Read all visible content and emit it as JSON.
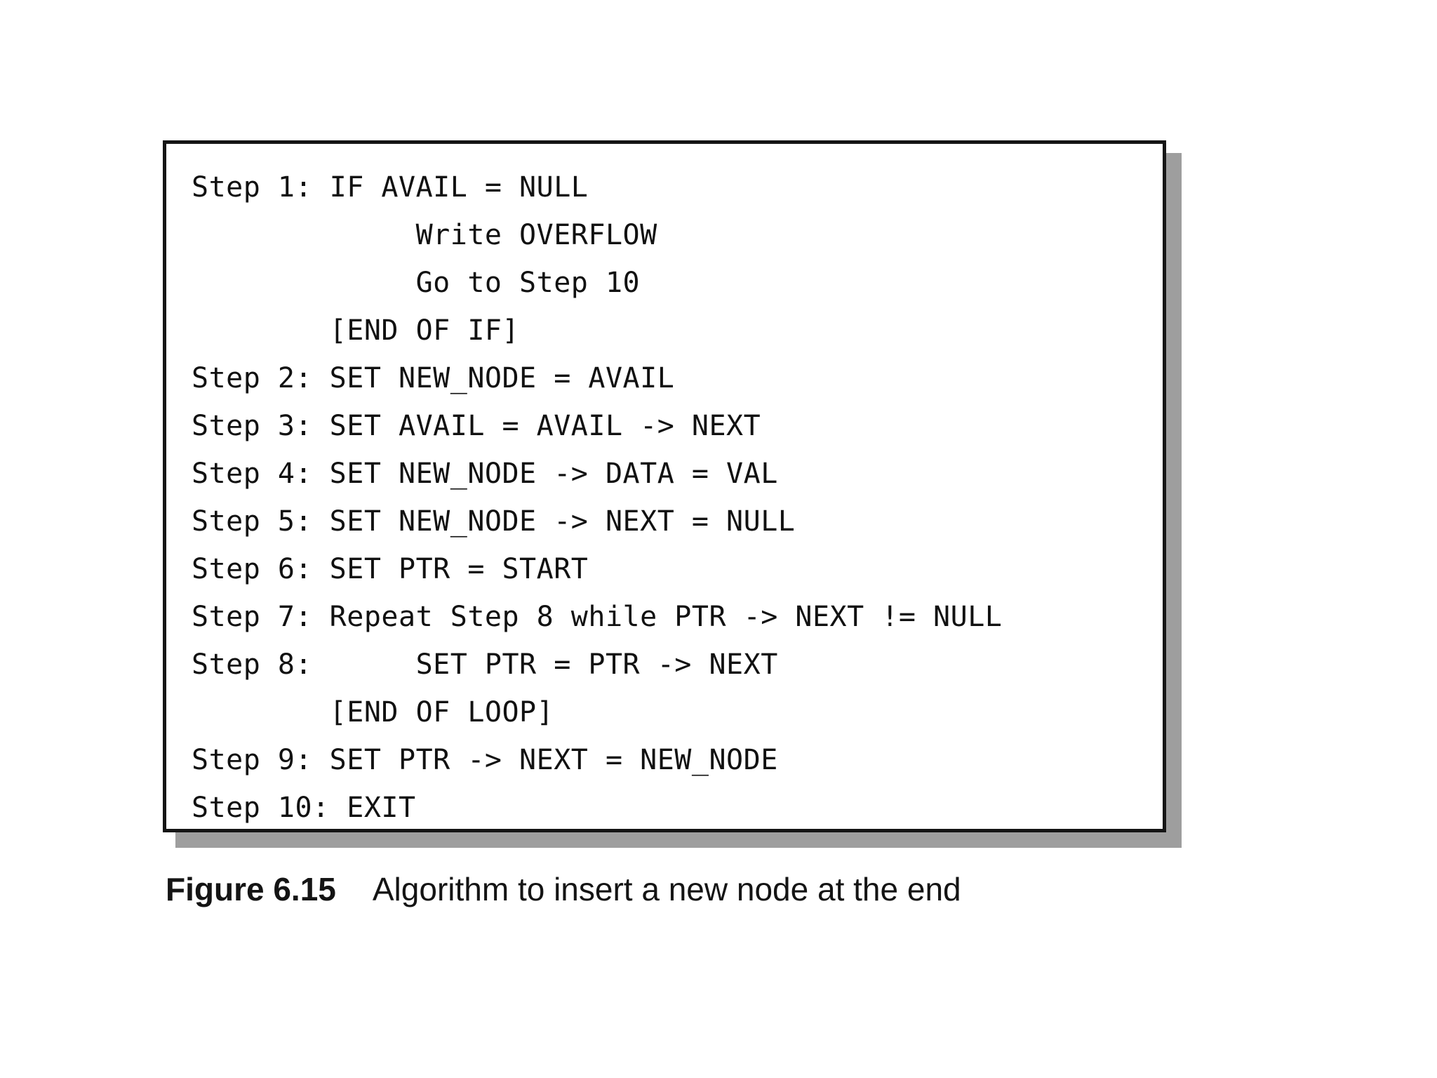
{
  "figure": {
    "caption_label": "Figure 6.15",
    "caption_text": "Algorithm to insert a new node at the end",
    "border_color": "#151515",
    "shadow_color": "#9e9e9e",
    "background_color": "#ffffff",
    "text_color": "#111111",
    "code_lines": [
      "Step 1: IF AVAIL = NULL",
      "             Write OVERFLOW",
      "             Go to Step 10",
      "        [END OF IF]",
      "Step 2: SET NEW_NODE = AVAIL",
      "Step 3: SET AVAIL = AVAIL -> NEXT",
      "Step 4: SET NEW_NODE -> DATA = VAL",
      "Step 5: SET NEW_NODE -> NEXT = NULL",
      "Step 6: SET PTR = START",
      "Step 7: Repeat Step 8 while PTR -> NEXT != NULL",
      "Step 8:      SET PTR = PTR -> NEXT",
      "        [END OF LOOP]",
      "Step 9: SET PTR -> NEXT = NEW_NODE",
      "Step 10: EXIT"
    ]
  }
}
